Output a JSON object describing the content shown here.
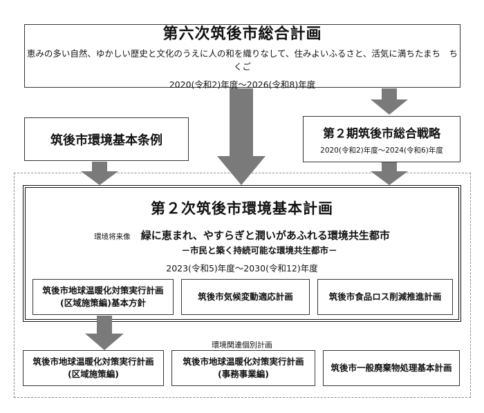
{
  "top_plan": {
    "title": "第六次筑後市総合計画",
    "vision": "恵みの多い自然、ゆかしい歴史と文化のうえに人の和を織りなして、住みよいふるさと、活気に満ちたまち　ちくご",
    "period": "2020(令和2)年度～2026(令和8)年度"
  },
  "ordinance": {
    "title": "筑後市環境基本条例"
  },
  "strategy": {
    "title": "第２期筑後市総合戦略",
    "period": "2020(令和2)年度～2024(令和6)年度"
  },
  "main_plan": {
    "title": "第２次筑後市環境基本計画",
    "vision_label": "環境将来像",
    "vision": "緑に恵まれ、やすらぎと潤いがあふれる環境共生都市",
    "vision_sub": "－市民と築く持続可能な環境共生都市－",
    "period": "2023(令和5)年度～2030(令和12)年度",
    "inner_plans": [
      {
        "line1": "筑後市地球温暖化対策実行計画",
        "line2": "(区域施策編)基本方針"
      },
      {
        "line1": "筑後市気候変動適応計画",
        "line2": ""
      },
      {
        "line1": "筑後市食品ロス削減推進計画",
        "line2": ""
      }
    ]
  },
  "related": {
    "label": "環境関連個別計画",
    "plans": [
      {
        "line1": "筑後市地球温暖化対策実行計画",
        "line2": "(区域施策編)"
      },
      {
        "line1": "筑後市地球温暖化対策実行計画",
        "line2": "(事務事業編)"
      },
      {
        "line1": "筑後市一般廃棄物処理基本計画",
        "line2": ""
      }
    ]
  },
  "colors": {
    "arrow": "#7a7a7a",
    "border": "#333333"
  }
}
